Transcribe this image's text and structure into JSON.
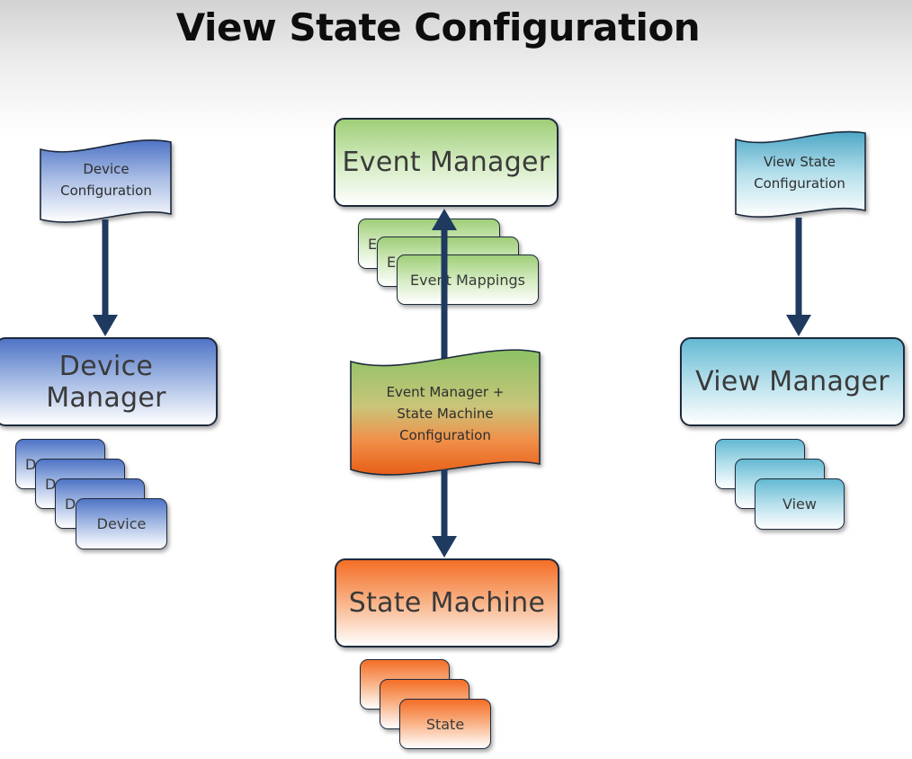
{
  "title": "View State Configuration",
  "device_column": {
    "config_doc": {
      "line1": "Device",
      "line2": "Configuration"
    },
    "manager": "Device Manager",
    "stack": [
      "De",
      "De",
      "De",
      "Device"
    ]
  },
  "center_column": {
    "event_manager": "Event Manager",
    "mappings_stack": [
      "E",
      "E",
      "Event Mappings"
    ],
    "config_doc": {
      "line1": "Event Manager +",
      "line2": "State Machine",
      "line3": "Configuration"
    },
    "state_machine": "State Machine",
    "states_stack": [
      "",
      "",
      "State"
    ]
  },
  "view_column": {
    "config_doc": {
      "line1": "View State",
      "line2": "Configuration"
    },
    "manager": "View Manager",
    "stack": [
      "",
      "",
      "View"
    ]
  },
  "colors": {
    "arrow": "#1f3a5f",
    "device": "#4f74c6",
    "event": "#9fce78",
    "view": "#64b9d3",
    "state": "#f46e26"
  }
}
